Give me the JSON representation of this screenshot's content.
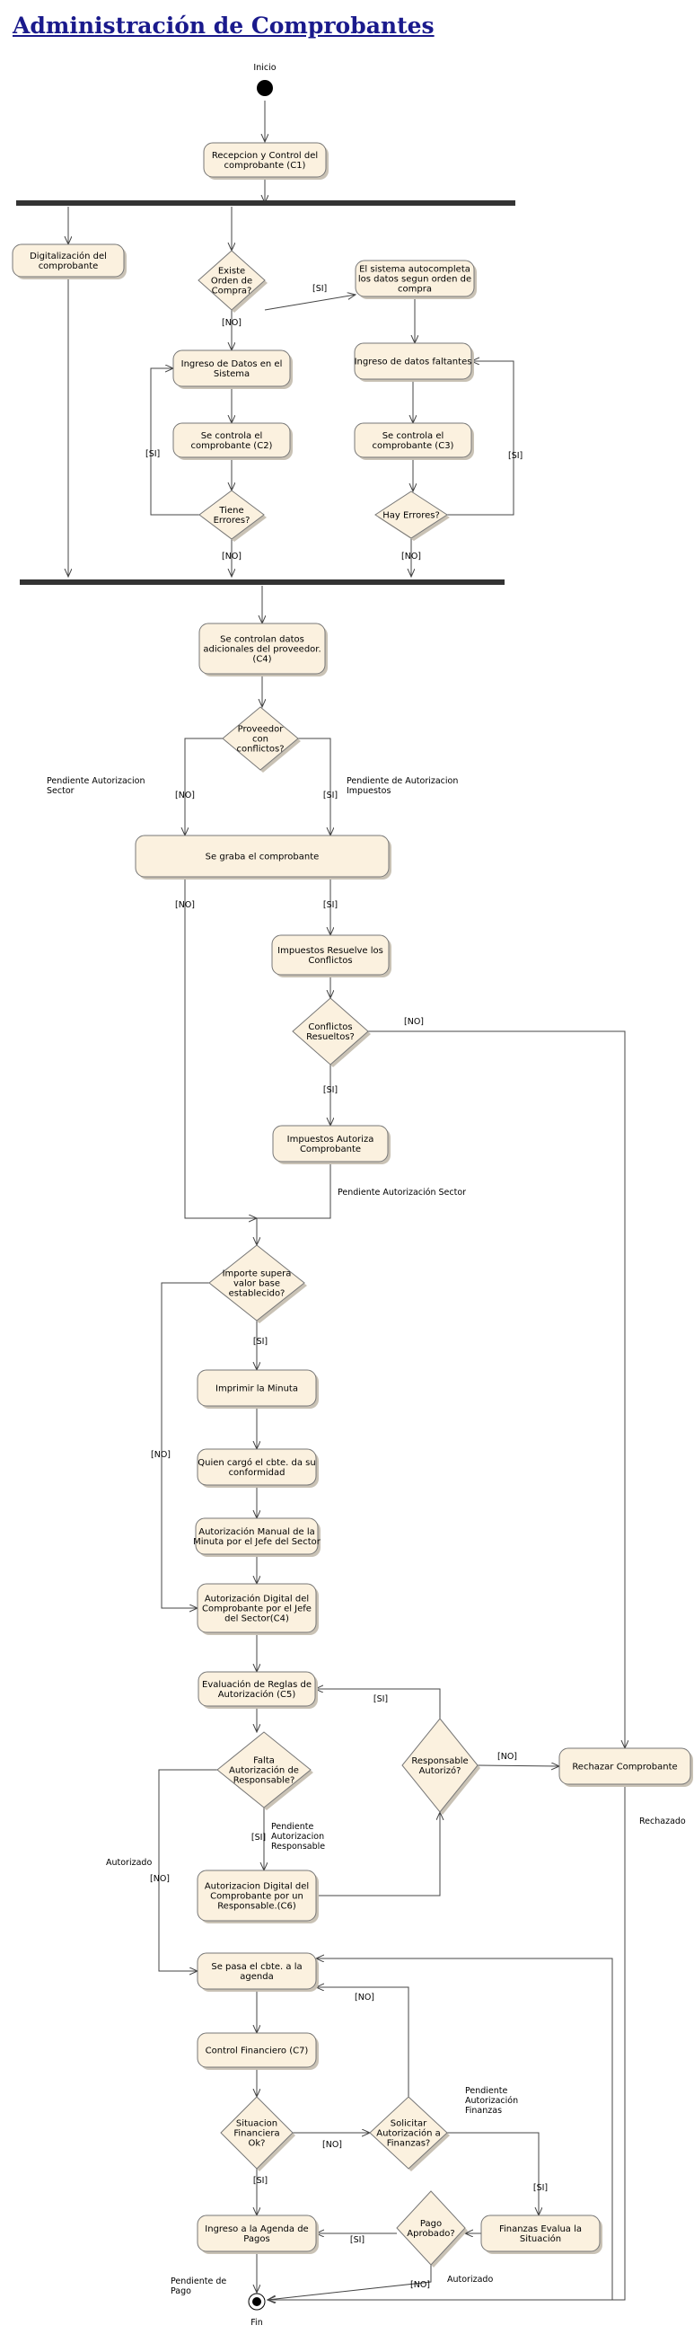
{
  "page": {
    "title": "Administración de Comprobantes"
  },
  "start_label": "Inicio",
  "end_label": "Fin",
  "nodes": {
    "recepcion": [
      "Recepcion y Control del",
      "comprobante (C1)"
    ],
    "digitalizacion": [
      "Digitalización del",
      "comprobante"
    ],
    "existe_oc": [
      "Existe",
      "Orden de",
      "Compra?"
    ],
    "autocompleta": [
      "El sistema autocompleta",
      "los datos segun orden de",
      "compra"
    ],
    "ingreso_datos": [
      "Ingreso de Datos en el",
      "Sistema"
    ],
    "ingreso_faltantes": [
      "Ingreso de datos faltantes"
    ],
    "control_c2": [
      "Se controla el",
      "comprobante (C2)"
    ],
    "control_c3": [
      "Se controla el",
      "comprobante (C3)"
    ],
    "tiene_errores": [
      "Tiene",
      "Errores?"
    ],
    "hay_errores": [
      "Hay Errores?"
    ],
    "control_c4": [
      "Se controlan datos",
      "adicionales del proveedor.",
      "(C4)"
    ],
    "proveedor_conflictos": [
      "Proveedor",
      "con",
      "conflictos?"
    ],
    "graba": [
      "Se graba el comprobante"
    ],
    "impuestos_resuelve": [
      "Impuestos Resuelve los",
      "Conflictos"
    ],
    "conflictos_resueltos": [
      "Conflictos",
      "Resueltos?"
    ],
    "impuestos_autoriza": [
      "Impuestos Autoriza",
      "Comprobante"
    ],
    "importe_supera": [
      "Importe supera",
      "valor base",
      "establecido?"
    ],
    "imprimir_minuta": [
      "Imprimir la Minuta"
    ],
    "conformidad": [
      "Quien cargó el cbte. da su",
      "conformidad"
    ],
    "autorizacion_manual": [
      "Autorización Manual de la",
      "Minuta por el Jefe del Sector"
    ],
    "autorizacion_digital_jefe": [
      "Autorización Digital del",
      "Comprobante por el Jefe",
      "del Sector(C4)"
    ],
    "evaluacion_reglas": [
      "Evaluación de Reglas de",
      "Autorización (C5)"
    ],
    "falta_autorizacion": [
      "Falta",
      "Autorización de",
      "Responsable?"
    ],
    "responsable_autorizo": [
      "Responsable",
      "Autorizó?"
    ],
    "rechazar": [
      "Rechazar Comprobante"
    ],
    "autorizacion_digital_resp": [
      "Autorizacion Digital del",
      "Comprobante por un",
      "Responsable.(C6)"
    ],
    "agenda": [
      "Se pasa el cbte. a la",
      "agenda"
    ],
    "control_financiero": [
      "Control Financiero (C7)"
    ],
    "situacion_financiera": [
      "Situacion",
      "Financiera",
      "Ok?"
    ],
    "solicitar_autorizacion": [
      "Solicitar",
      "Autorización a",
      "Finanzas?"
    ],
    "ingreso_agenda_pagos": [
      "Ingreso a la Agenda de",
      "Pagos"
    ],
    "pago_aprobado": [
      "Pago",
      "Aprobado?"
    ],
    "finanzas_evalua": [
      "Finanzas Evalua la",
      "Situación"
    ]
  },
  "edge_labels": {
    "si": "[SI]",
    "no": "[NO]",
    "pendiente_autorizacion_sector": [
      "Pendiente Autorizacion",
      "Sector"
    ],
    "pendiente_autorizacion_impuestos": [
      "Pendiente de Autorizacion",
      "Impuestos"
    ],
    "pendiente_autorizacion_sector_2": "Pendiente Autorización Sector",
    "pendiente_autorizacion_responsable": [
      "Pendiente",
      "Autorizacion",
      "Responsable"
    ],
    "autorizado": "Autorizado",
    "rechazado": "Rechazado",
    "pendiente_autorizacion_finanzas": [
      "Pendiente",
      "Autorización",
      "Finanzas"
    ],
    "pendiente_de_pago": [
      "Pendiente de",
      "Pago"
    ]
  }
}
